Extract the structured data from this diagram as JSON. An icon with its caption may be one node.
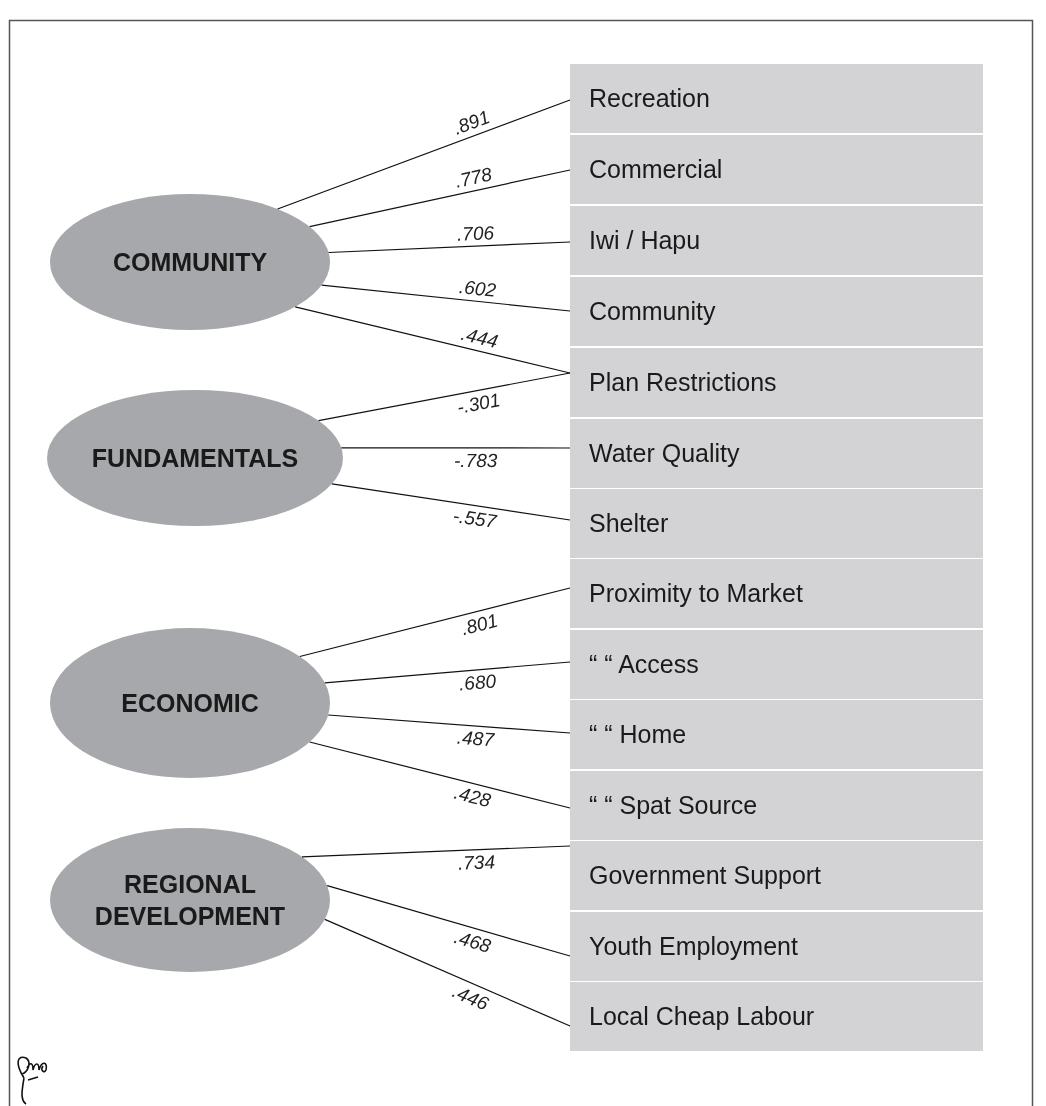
{
  "diagram": {
    "nodes": [
      {
        "text": [
          "COMMUNITY"
        ]
      },
      {
        "text": [
          "FUNDAMENTALS"
        ]
      },
      {
        "text": [
          "ECONOMIC"
        ]
      },
      {
        "text": [
          "REGIONAL DEVELOPMENT"
        ]
      },
      {
        "text": [
          "Recreation"
        ]
      },
      {
        "text": [
          "Commercial"
        ]
      },
      {
        "text": [
          "Iwi / Hapu"
        ]
      },
      {
        "text": [
          "Community"
        ]
      },
      {
        "text": [
          "Plan Restrictions"
        ]
      },
      {
        "text": [
          "Water Quality"
        ]
      },
      {
        "text": [
          "Shelter"
        ]
      },
      {
        "text": [
          "Proximity to Market"
        ]
      },
      {
        "text": [
          "“ “ Access"
        ]
      },
      {
        "text": [
          "“ “ Home"
        ]
      },
      {
        "text": [
          "“ “ Spat Source"
        ]
      },
      {
        "text": [
          "Government Support"
        ]
      },
      {
        "text": [
          "Youth Employment"
        ]
      },
      {
        "text": [
          "Local Cheap Labour"
        ]
      }
    ],
    "edges": [
      {
        "from": 0,
        "to": 4,
        "arrow": "none",
        "label": ".891"
      },
      {
        "from": 0,
        "to": 5,
        "arrow": "none",
        "label": ".778"
      },
      {
        "from": 0,
        "to": 6,
        "arrow": "none",
        "label": ".706"
      },
      {
        "from": 0,
        "to": 7,
        "arrow": "none",
        "label": ".602"
      },
      {
        "from": 0,
        "to": 8,
        "arrow": "none",
        "label": ".444"
      },
      {
        "from": 1,
        "to": 8,
        "arrow": "none",
        "label": "-.301"
      },
      {
        "from": 1,
        "to": 9,
        "arrow": "none",
        "label": "-.783"
      },
      {
        "from": 1,
        "to": 10,
        "arrow": "none",
        "label": "-.557"
      },
      {
        "from": 2,
        "to": 11,
        "arrow": "none",
        "label": ".801"
      },
      {
        "from": 2,
        "to": 12,
        "arrow": "none",
        "label": ".680"
      },
      {
        "from": 2,
        "to": 13,
        "arrow": "none",
        "label": ".487"
      },
      {
        "from": 2,
        "to": 14,
        "arrow": "none",
        "label": ".428"
      },
      {
        "from": 3,
        "to": 15,
        "arrow": "none",
        "label": ".734"
      },
      {
        "from": 3,
        "to": 16,
        "arrow": "none",
        "label": ".468"
      },
      {
        "from": 3,
        "to": 17,
        "arrow": "none",
        "label": ".446"
      }
    ]
  }
}
